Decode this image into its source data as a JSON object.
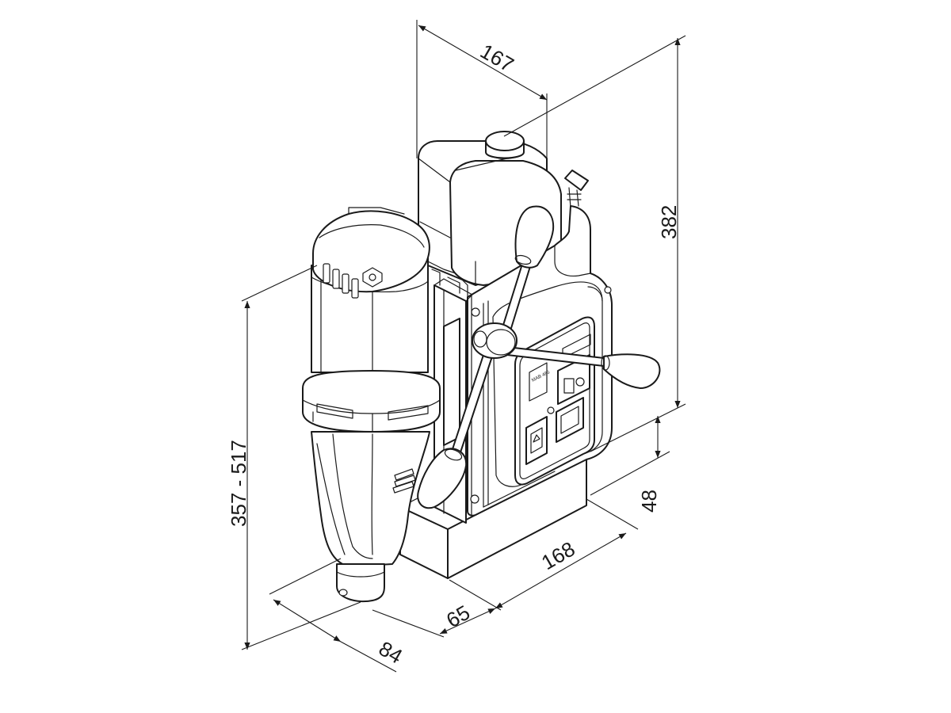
{
  "dimensions": {
    "width_top": "167",
    "height_total": "382",
    "drill_height": "357 - 517",
    "magnet_height": "48",
    "base_length": "168",
    "base_offset": "65",
    "depth_front": "84"
  },
  "labels": {
    "brand_badge": "MAB 485"
  },
  "colors": {
    "line": "#1a1a1a",
    "background": "#ffffff",
    "shade": "#eeeeee"
  }
}
